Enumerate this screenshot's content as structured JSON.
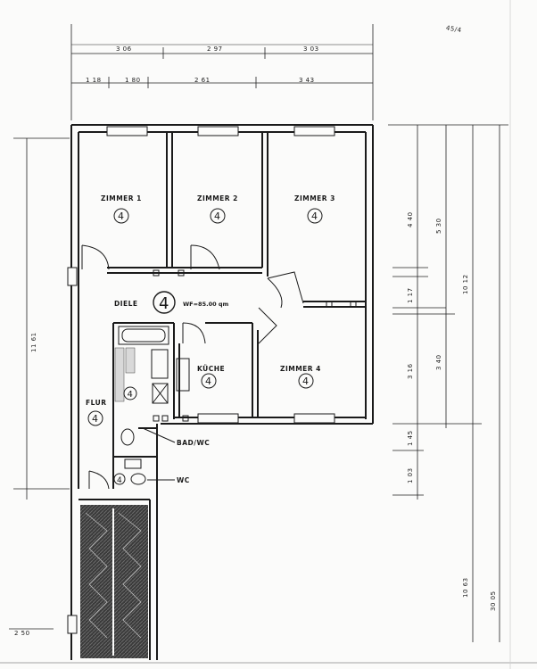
{
  "plan": {
    "corner_note": "45/4",
    "dims_top_row1": [
      "3 06",
      "2 97",
      "3 03"
    ],
    "dims_top_row2": [
      "1 18",
      "1 80",
      "2 61",
      "3 43"
    ],
    "dims_right_inner": [
      "4 40",
      "1 17",
      "3 16",
      "1 45",
      "1 03"
    ],
    "dims_right_mid": [
      "5 30",
      "3 40"
    ],
    "dims_right_outer": [
      "10 12",
      "10 63",
      "30 05"
    ],
    "dim_left": "11 61",
    "dim_bottom_left": "2 50",
    "flat_number": "4",
    "wohnflaeche": "WF=85.00 qm",
    "rooms": {
      "zimmer1": {
        "label": "ZIMMER 1",
        "num": "4"
      },
      "zimmer2": {
        "label": "ZIMMER 2",
        "num": "4"
      },
      "zimmer3": {
        "label": "ZIMMER 3",
        "num": "4"
      },
      "zimmer4": {
        "label": "ZIMMER 4",
        "num": "4"
      },
      "diele": {
        "label": "DIELE"
      },
      "kueche": {
        "label": "KÜCHE",
        "num": "4"
      },
      "flur": {
        "label": "FLUR",
        "num": "4"
      },
      "bad_num": "4",
      "wc_num": "4"
    },
    "labels": {
      "bad": "BAD/WC",
      "wc": "WC"
    }
  }
}
